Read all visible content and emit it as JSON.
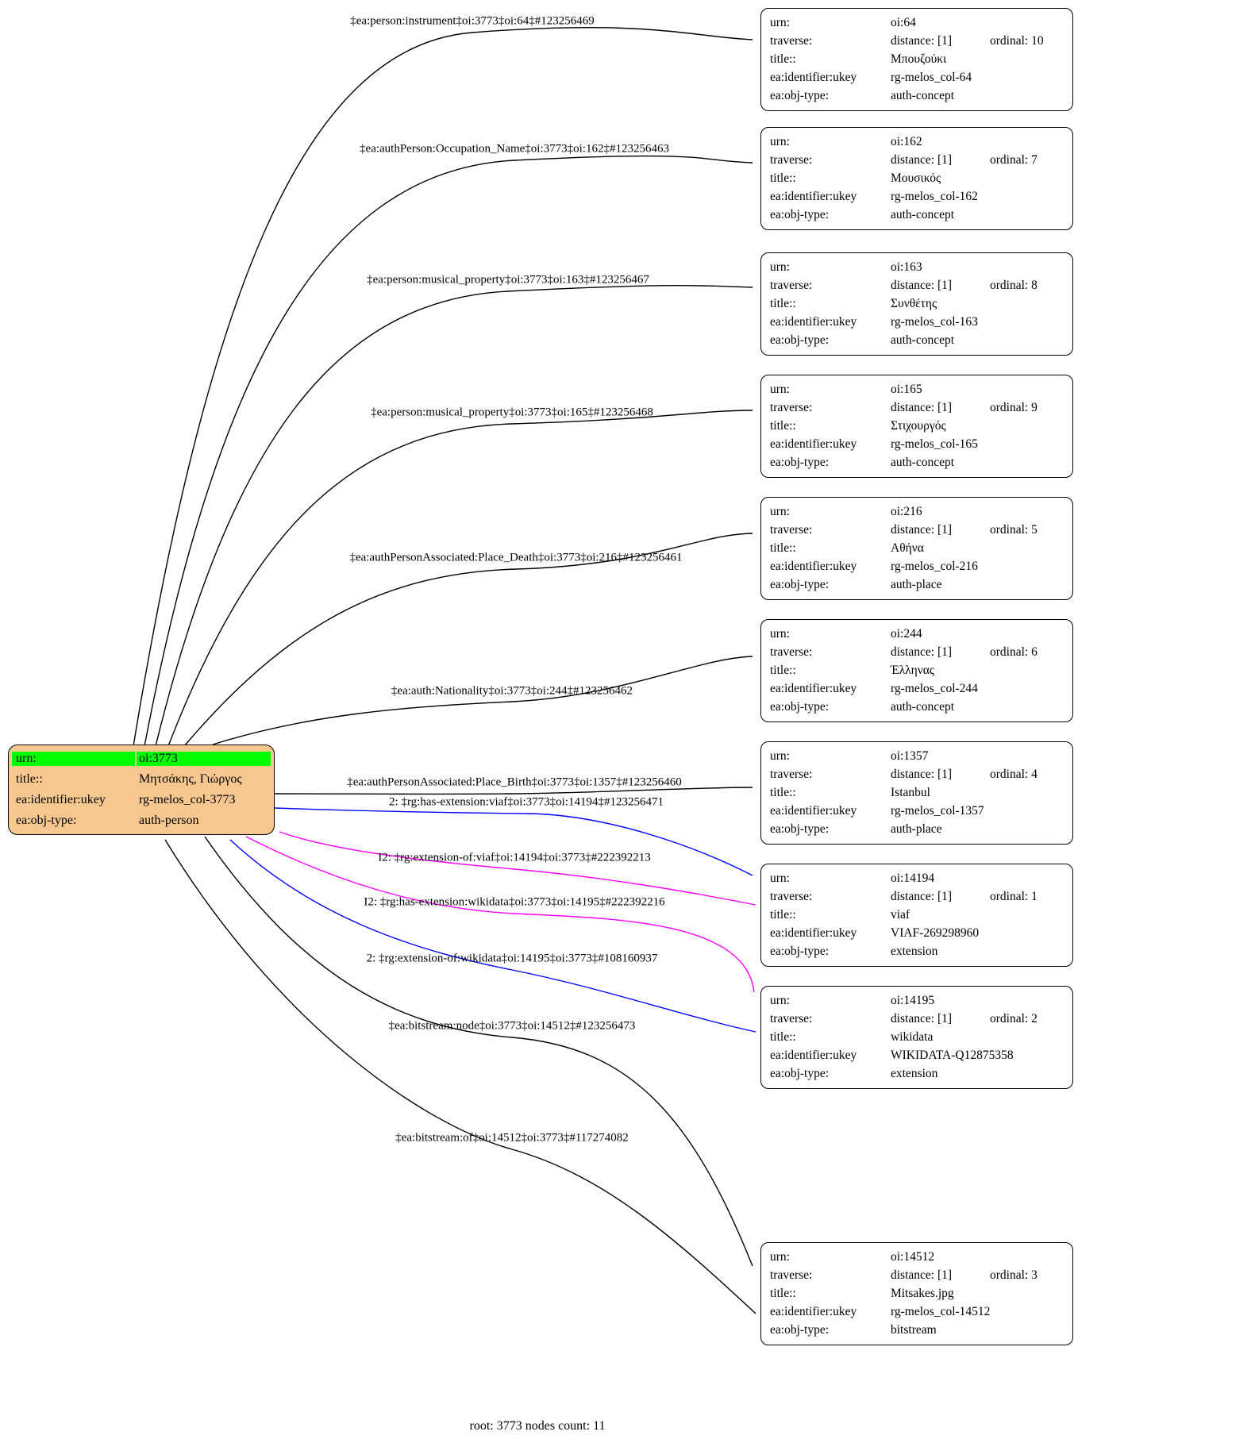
{
  "caption": "root: 3773 nodes count: 11",
  "colors": {
    "root_fill": "#f6c78f",
    "urn_highlight": "#00ff00",
    "edge_default": "#000000",
    "edge_blue": "#0000ff",
    "edge_magenta": "#ff00ff"
  },
  "row_labels": {
    "urn": "urn:",
    "traverse": "traverse:",
    "title": "title::",
    "identifier": "ea:identifier:ukey",
    "objtype": "ea:obj-type:"
  },
  "root_node": {
    "urn": "oi:3773",
    "title": "Μητσάκης, Γιώργος",
    "identifier": "rg-melos_col-3773",
    "objtype": "auth-person"
  },
  "nodes": [
    {
      "urn": "oi:64",
      "distance": "distance: [1]",
      "ordinal": "ordinal: 10",
      "title": "Μπουζούκι",
      "identifier": "rg-melos_col-64",
      "objtype": "auth-concept"
    },
    {
      "urn": "oi:162",
      "distance": "distance: [1]",
      "ordinal": "ordinal: 7",
      "title": "Μουσικός",
      "identifier": "rg-melos_col-162",
      "objtype": "auth-concept"
    },
    {
      "urn": "oi:163",
      "distance": "distance: [1]",
      "ordinal": "ordinal: 8",
      "title": "Συνθέτης",
      "identifier": "rg-melos_col-163",
      "objtype": "auth-concept"
    },
    {
      "urn": "oi:165",
      "distance": "distance: [1]",
      "ordinal": "ordinal: 9",
      "title": "Στιχουργός",
      "identifier": "rg-melos_col-165",
      "objtype": "auth-concept"
    },
    {
      "urn": "oi:216",
      "distance": "distance: [1]",
      "ordinal": "ordinal: 5",
      "title": "Αθήνα",
      "identifier": "rg-melos_col-216",
      "objtype": "auth-place"
    },
    {
      "urn": "oi:244",
      "distance": "distance: [1]",
      "ordinal": "ordinal: 6",
      "title": "Έλληνας",
      "identifier": "rg-melos_col-244",
      "objtype": "auth-concept"
    },
    {
      "urn": "oi:1357",
      "distance": "distance: [1]",
      "ordinal": "ordinal: 4",
      "title": "Istanbul",
      "identifier": "rg-melos_col-1357",
      "objtype": "auth-place"
    },
    {
      "urn": "oi:14194",
      "distance": "distance: [1]",
      "ordinal": "ordinal: 1",
      "title": "viaf",
      "identifier": "VIAF-269298960",
      "objtype": "extension"
    },
    {
      "urn": "oi:14195",
      "distance": "distance: [1]",
      "ordinal": "ordinal: 2",
      "title": "wikidata",
      "identifier": "WIKIDATA-Q12875358",
      "objtype": "extension"
    },
    {
      "urn": "oi:14512",
      "distance": "distance: [1]",
      "ordinal": "ordinal: 3",
      "title": "Mitsakes.jpg",
      "identifier": "rg-melos_col-14512",
      "objtype": "bitstream"
    }
  ],
  "edges": [
    {
      "label": "‡ea:person:instrument‡oi:3773‡oi:64‡#123256469",
      "color": "#000000"
    },
    {
      "label": "‡ea:authPerson:Occupation_Name‡oi:3773‡oi:162‡#123256463",
      "color": "#000000"
    },
    {
      "label": "‡ea:person:musical_property‡oi:3773‡oi:163‡#123256467",
      "color": "#000000"
    },
    {
      "label": "‡ea:person:musical_property‡oi:3773‡oi:165‡#123256468",
      "color": "#000000"
    },
    {
      "label": "‡ea:authPersonAssociated:Place_Death‡oi:3773‡oi:216‡#123256461",
      "color": "#000000"
    },
    {
      "label": "‡ea:auth:Nationality‡oi:3773‡oi:244‡#123256462",
      "color": "#000000"
    },
    {
      "label": "‡ea:authPersonAssociated:Place_Birth‡oi:3773‡oi:1357‡#123256460",
      "color": "#000000"
    },
    {
      "label": "2: ‡rg:has-extension:viaf‡oi:3773‡oi:14194‡#123256471",
      "color": "#0000ff"
    },
    {
      "label": "I2: ‡rg:extension-of:viaf‡oi:14194‡oi:3773‡#222392213",
      "color": "#ff00ff"
    },
    {
      "label": "I2: ‡rg:has-extension:wikidata‡oi:3773‡oi:14195‡#222392216",
      "color": "#ff00ff"
    },
    {
      "label": "2: ‡rg:extension-of:wikidata‡oi:14195‡oi:3773‡#108160937",
      "color": "#0000ff"
    },
    {
      "label": "‡ea:bitstream:node‡oi:3773‡oi:14512‡#123256473",
      "color": "#000000"
    },
    {
      "label": "‡ea:bitstream:of‡oi:14512‡oi:3773‡#117274082",
      "color": "#000000"
    }
  ]
}
